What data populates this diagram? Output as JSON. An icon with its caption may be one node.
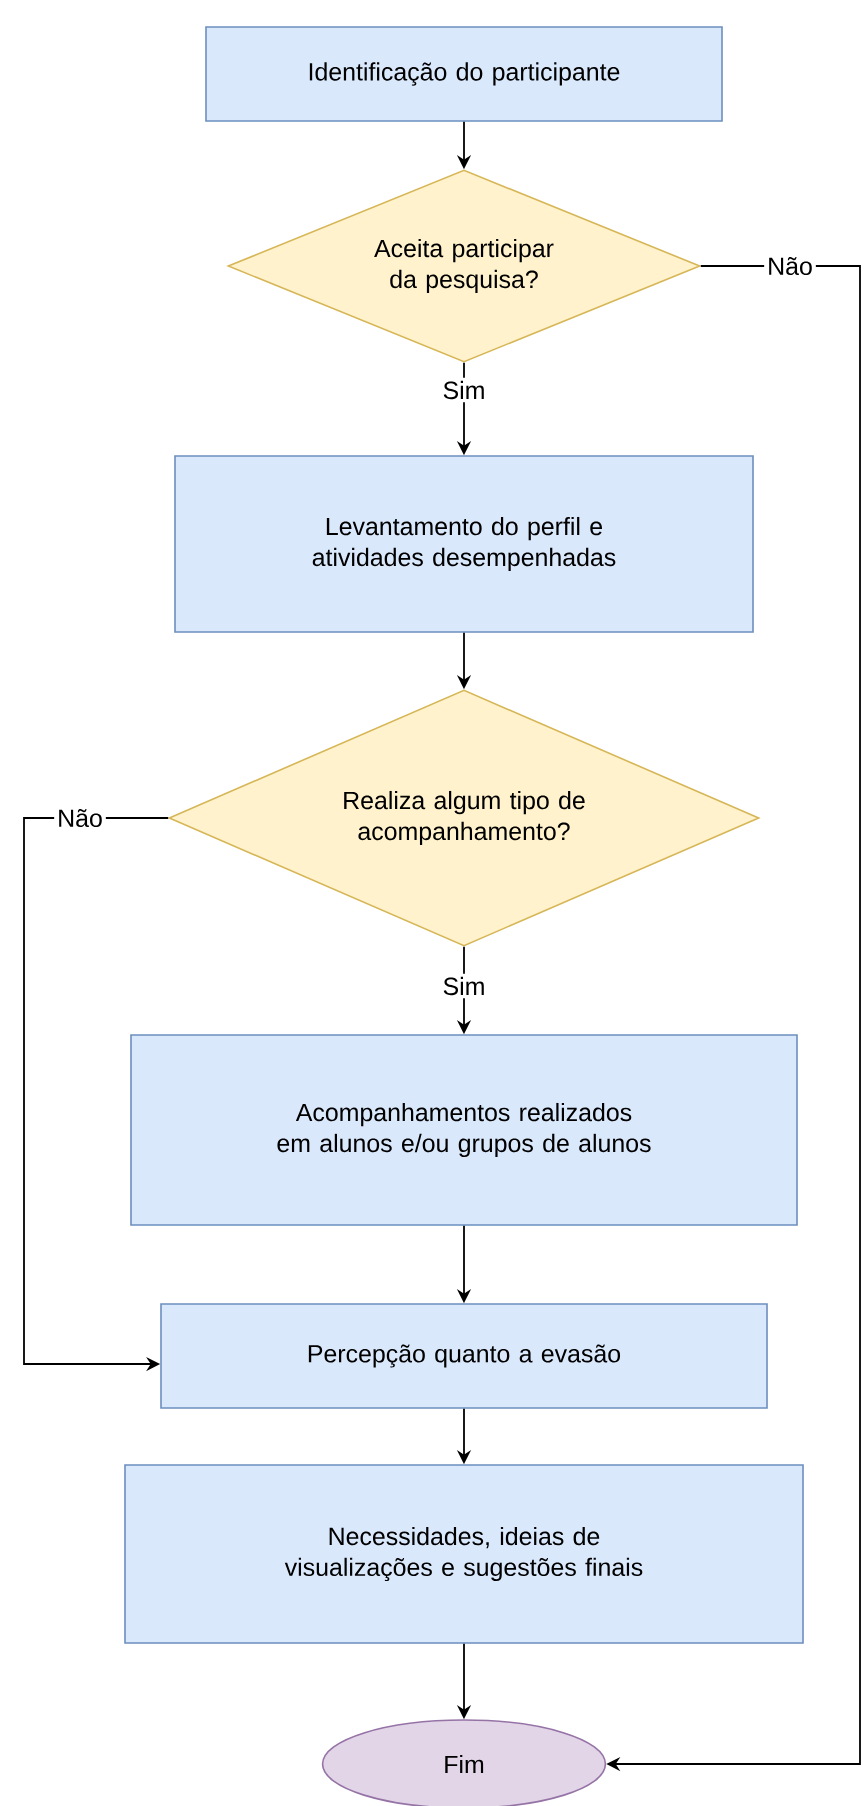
{
  "diagram": {
    "nodes": [
      {
        "text": [
          "Identificação do participante"
        ]
      },
      {
        "text": [
          "Aceita participar da pesquisa?"
        ]
      },
      {
        "text": [
          "Levantamento do perfil e atividades desempenhadas"
        ]
      },
      {
        "text": [
          "Realiza algum tipo de acompanhamento?"
        ]
      },
      {
        "text": [
          "Acompanhamentos realizados em alunos e/ou grupos de alunos"
        ]
      },
      {
        "text": [
          "Percepção quanto a evasão"
        ]
      },
      {
        "text": [
          "Necessidades, ideias de visualizações e sugestões finais"
        ]
      },
      {
        "text": [
          "Fim"
        ]
      }
    ],
    "edges": [
      {
        "from": 0,
        "to": 1,
        "arrow": "to"
      },
      {
        "from": 1,
        "to": 2,
        "arrow": "to",
        "label": "Sim"
      },
      {
        "from": 1,
        "to": 7,
        "arrow": "to",
        "label": "Não"
      },
      {
        "from": 2,
        "to": 3,
        "arrow": "to"
      },
      {
        "from": 3,
        "to": 4,
        "arrow": "to",
        "label": "Sim"
      },
      {
        "from": 3,
        "to": 5,
        "arrow": "to",
        "label": "Não"
      },
      {
        "from": 4,
        "to": 5,
        "arrow": "to"
      },
      {
        "from": 5,
        "to": 6,
        "arrow": "to"
      },
      {
        "from": 6,
        "to": 7,
        "arrow": "to"
      }
    ]
  }
}
